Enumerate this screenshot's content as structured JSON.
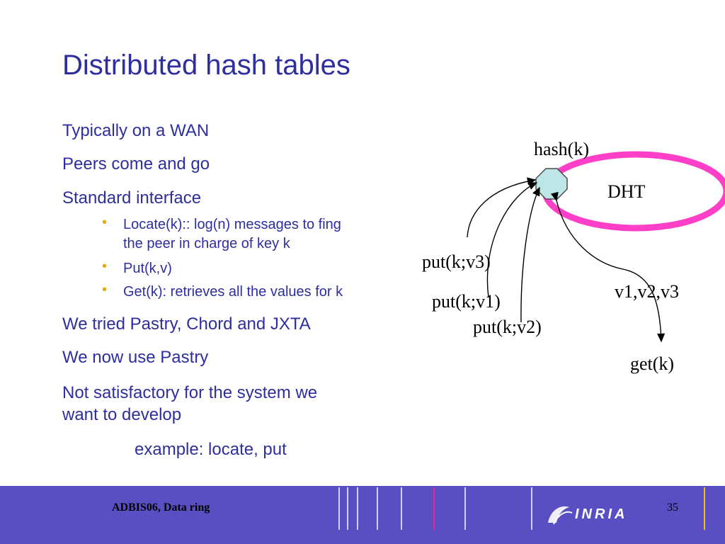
{
  "slide": {
    "title": "Distributed hash tables",
    "bullets": [
      "Typically on a WAN",
      "Peers come and go",
      "Standard interface",
      "We tried Pastry, Chord  and JXTA",
      "We now use Pastry",
      "Not satisfactory for the system we",
      "want to develop",
      "example: locate, put"
    ],
    "sub_bullets": [
      "Locate(k):: log(n) messages to fing",
      "the peer in charge of key k",
      "Put(k,v)",
      "Get(k): retrieves all the values for k"
    ]
  },
  "diagram": {
    "hash_label": "hash(k)",
    "dht_label": "DHT",
    "put3": "put(k;v3)",
    "put1": "put(k;v1)",
    "put2": "put(k;v2)",
    "values": "v1,v2,v3",
    "get": "get(k)",
    "colors": {
      "ring": "#ff3fc8",
      "node": "#bfe6e6"
    }
  },
  "footer": {
    "text": "ADBIS06, Data ring",
    "page": "35",
    "logo": "INRIA",
    "background": "#5a4fc2"
  }
}
